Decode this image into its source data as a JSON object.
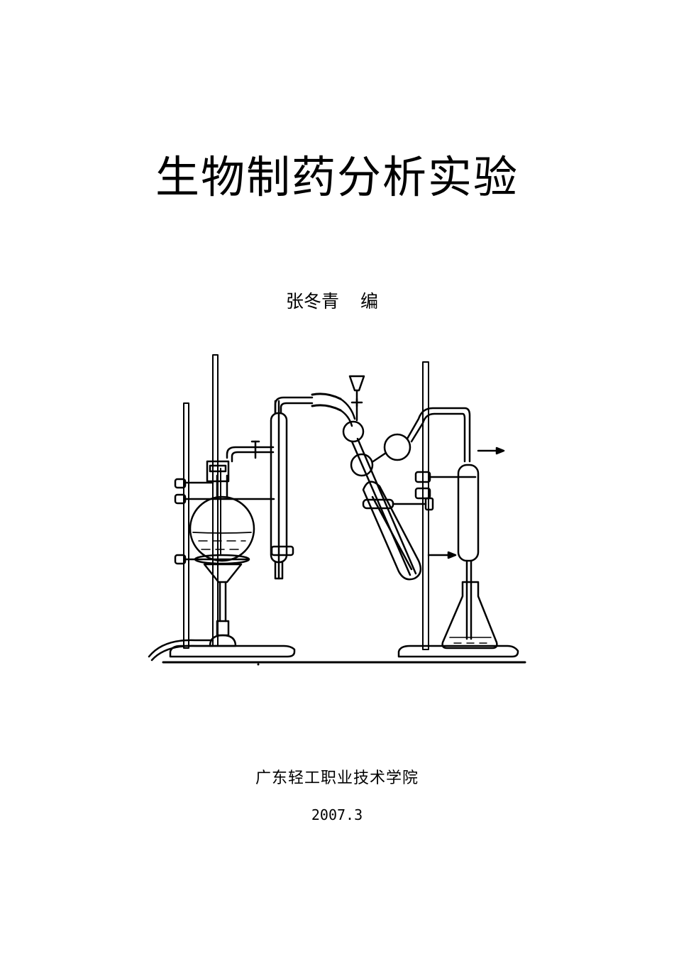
{
  "cover": {
    "title": "生物制药分析实验",
    "author_name": "张冬青",
    "author_role": "编",
    "institution": "广东轻工职业技术学院",
    "date": "2007.3"
  },
  "illustration": {
    "icon": "distillation-apparatus-icon",
    "color": "#000000"
  }
}
